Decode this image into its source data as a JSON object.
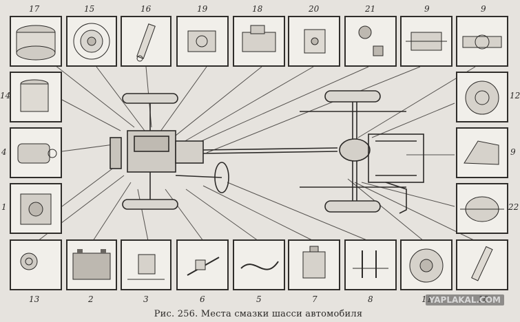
{
  "caption": "Рис. 256. Места смазки шасси автомобиля",
  "watermark": "YAPLAKAL.COM",
  "labels": {
    "top": [
      "17",
      "15",
      "16",
      "19",
      "18",
      "20",
      "21",
      "9",
      "9"
    ],
    "left": [
      "14",
      "4",
      "1"
    ],
    "right": [
      "12",
      "9",
      "22"
    ],
    "bottom": [
      "13",
      "2",
      "3",
      "6",
      "5",
      "7",
      "8",
      "11",
      "10"
    ]
  }
}
